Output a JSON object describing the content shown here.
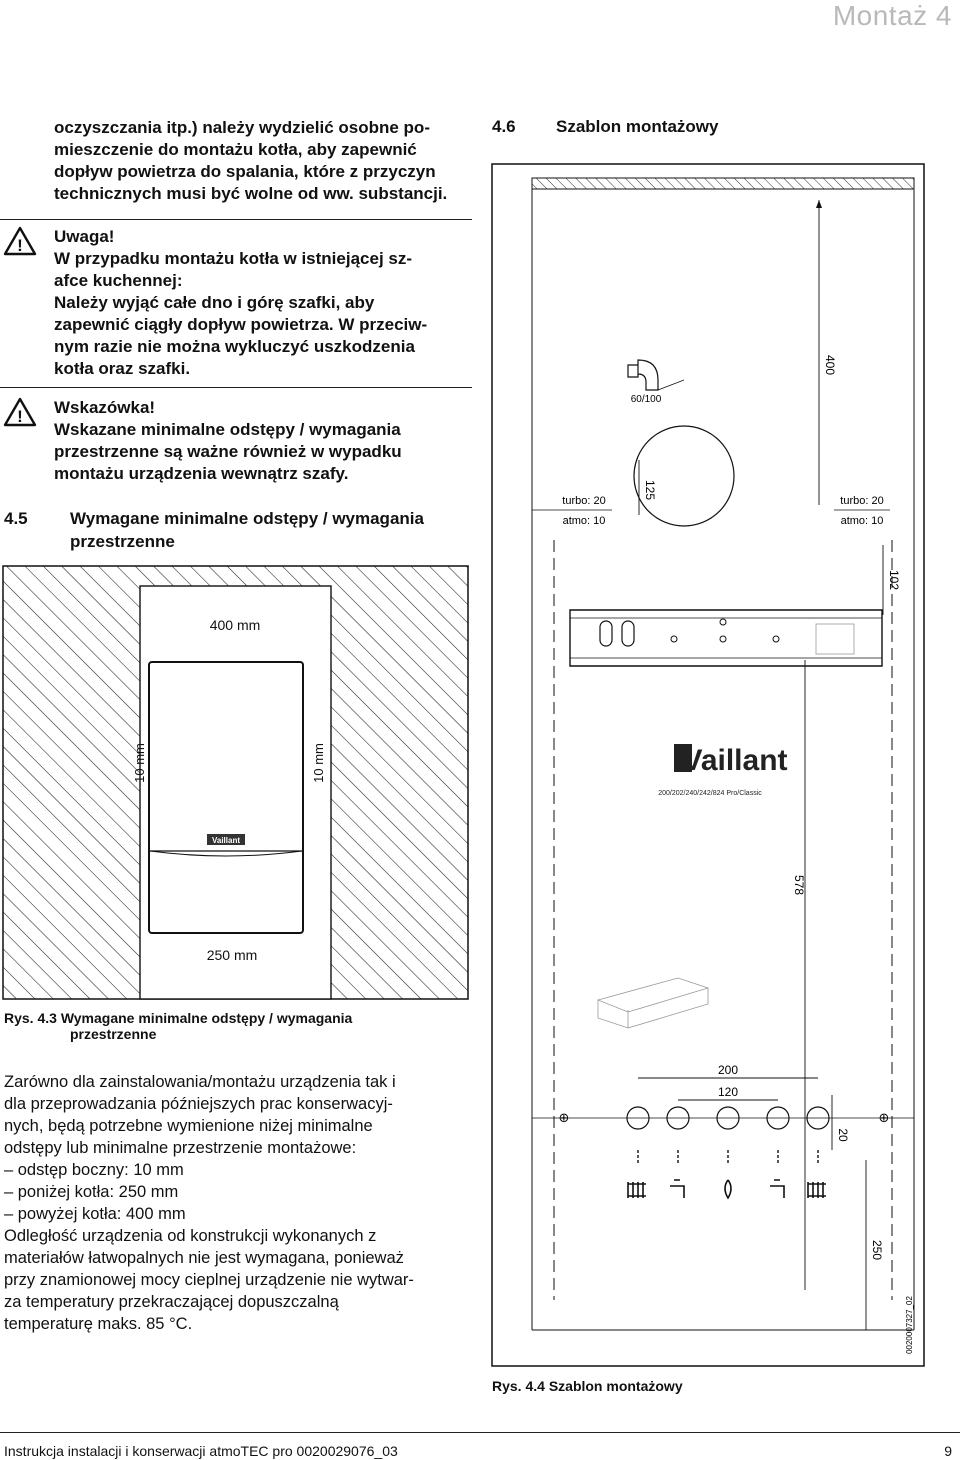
{
  "header": {
    "title": "Montaż 4"
  },
  "intro_paragraph": [
    "oczyszczania itp.) należy wydzielić osobne po-",
    "mieszczenie do montażu kotła, aby zapewnić",
    "dopływ powietrza do spalania, które z przyczyn",
    "technicznych musi być wolne od ww. substancji."
  ],
  "warning": {
    "heading": "Uwaga!",
    "lines": [
      "W przypadku montażu kotła w istniejącej sz-",
      "afce kuchennej:",
      "Należy wyjąć całe dno i górę szafki, aby",
      "zapewnić ciągły dopływ powietrza. W przeciw-",
      "nym razie nie można wykluczyć uszkodzenia",
      "kotła oraz szafki."
    ]
  },
  "note": {
    "heading": "Wskazówka!",
    "lines": [
      "Wskazane minimalne odstępy / wymagania",
      "przestrzenne są ważne również w wypadku",
      "montażu urządzenia wewnątrz szafy."
    ]
  },
  "section_45": {
    "number": "4.5",
    "title_line1": "Wymagane minimalne odstępy / wymagania",
    "title_line2": "przestrzenne"
  },
  "section_46": {
    "number": "4.6",
    "title": "Szablon montażowy"
  },
  "figure_43": {
    "labels": {
      "top": "400 mm",
      "left": "10 mm",
      "right": "10 mm",
      "bottom": "250 mm",
      "brand": "Vaillant"
    },
    "caption_line1": "Rys. 4.3 Wymagane minimalne odstępy / wymagania",
    "caption_line2": "przestrzenne"
  },
  "body_text": [
    "Zarówno dla zainstalowania/montażu urządzenia tak i",
    "dla przeprowadzania późniejszych prac konserwacyj-",
    "nych, będą potrzebne wymienione niżej minimalne",
    "odstępy lub minimalne przestrzenie montażowe:",
    "– odstęp boczny: 10 mm",
    "– poniżej kotła: 250 mm",
    "– powyżej kotła: 400 mm",
    "Odległość urządzenia od konstrukcji wykonanych z",
    "materiałów łatwopalnych nie jest wymagana, ponieważ",
    "przy znamionowej mocy cieplnej urządzenie nie wytwar-",
    "za temperatury przekraczającej dopuszczalną",
    "temperaturę maks. 85 °C."
  ],
  "figure_44": {
    "dims": {
      "d400": "400",
      "d125": "125",
      "d102": "102",
      "d578": "578",
      "d200": "200",
      "d120": "120",
      "d20": "20",
      "d250": "250"
    },
    "flue": "60/100",
    "turbo_left": "turbo: 20",
    "atmo_left": "atmo: 10",
    "turbo_right": "turbo: 20",
    "atmo_right": "atmo: 10",
    "brand": "Vaillant",
    "model": "200/202/240/242/824 Pro/Classic",
    "code": "0020007327_02",
    "caption": "Rys. 4.4 Szablon montażowy"
  },
  "footer": {
    "left": "Instrukcja instalacji i konserwacji atmoTEC pro 0020029076_03",
    "page": "9"
  }
}
